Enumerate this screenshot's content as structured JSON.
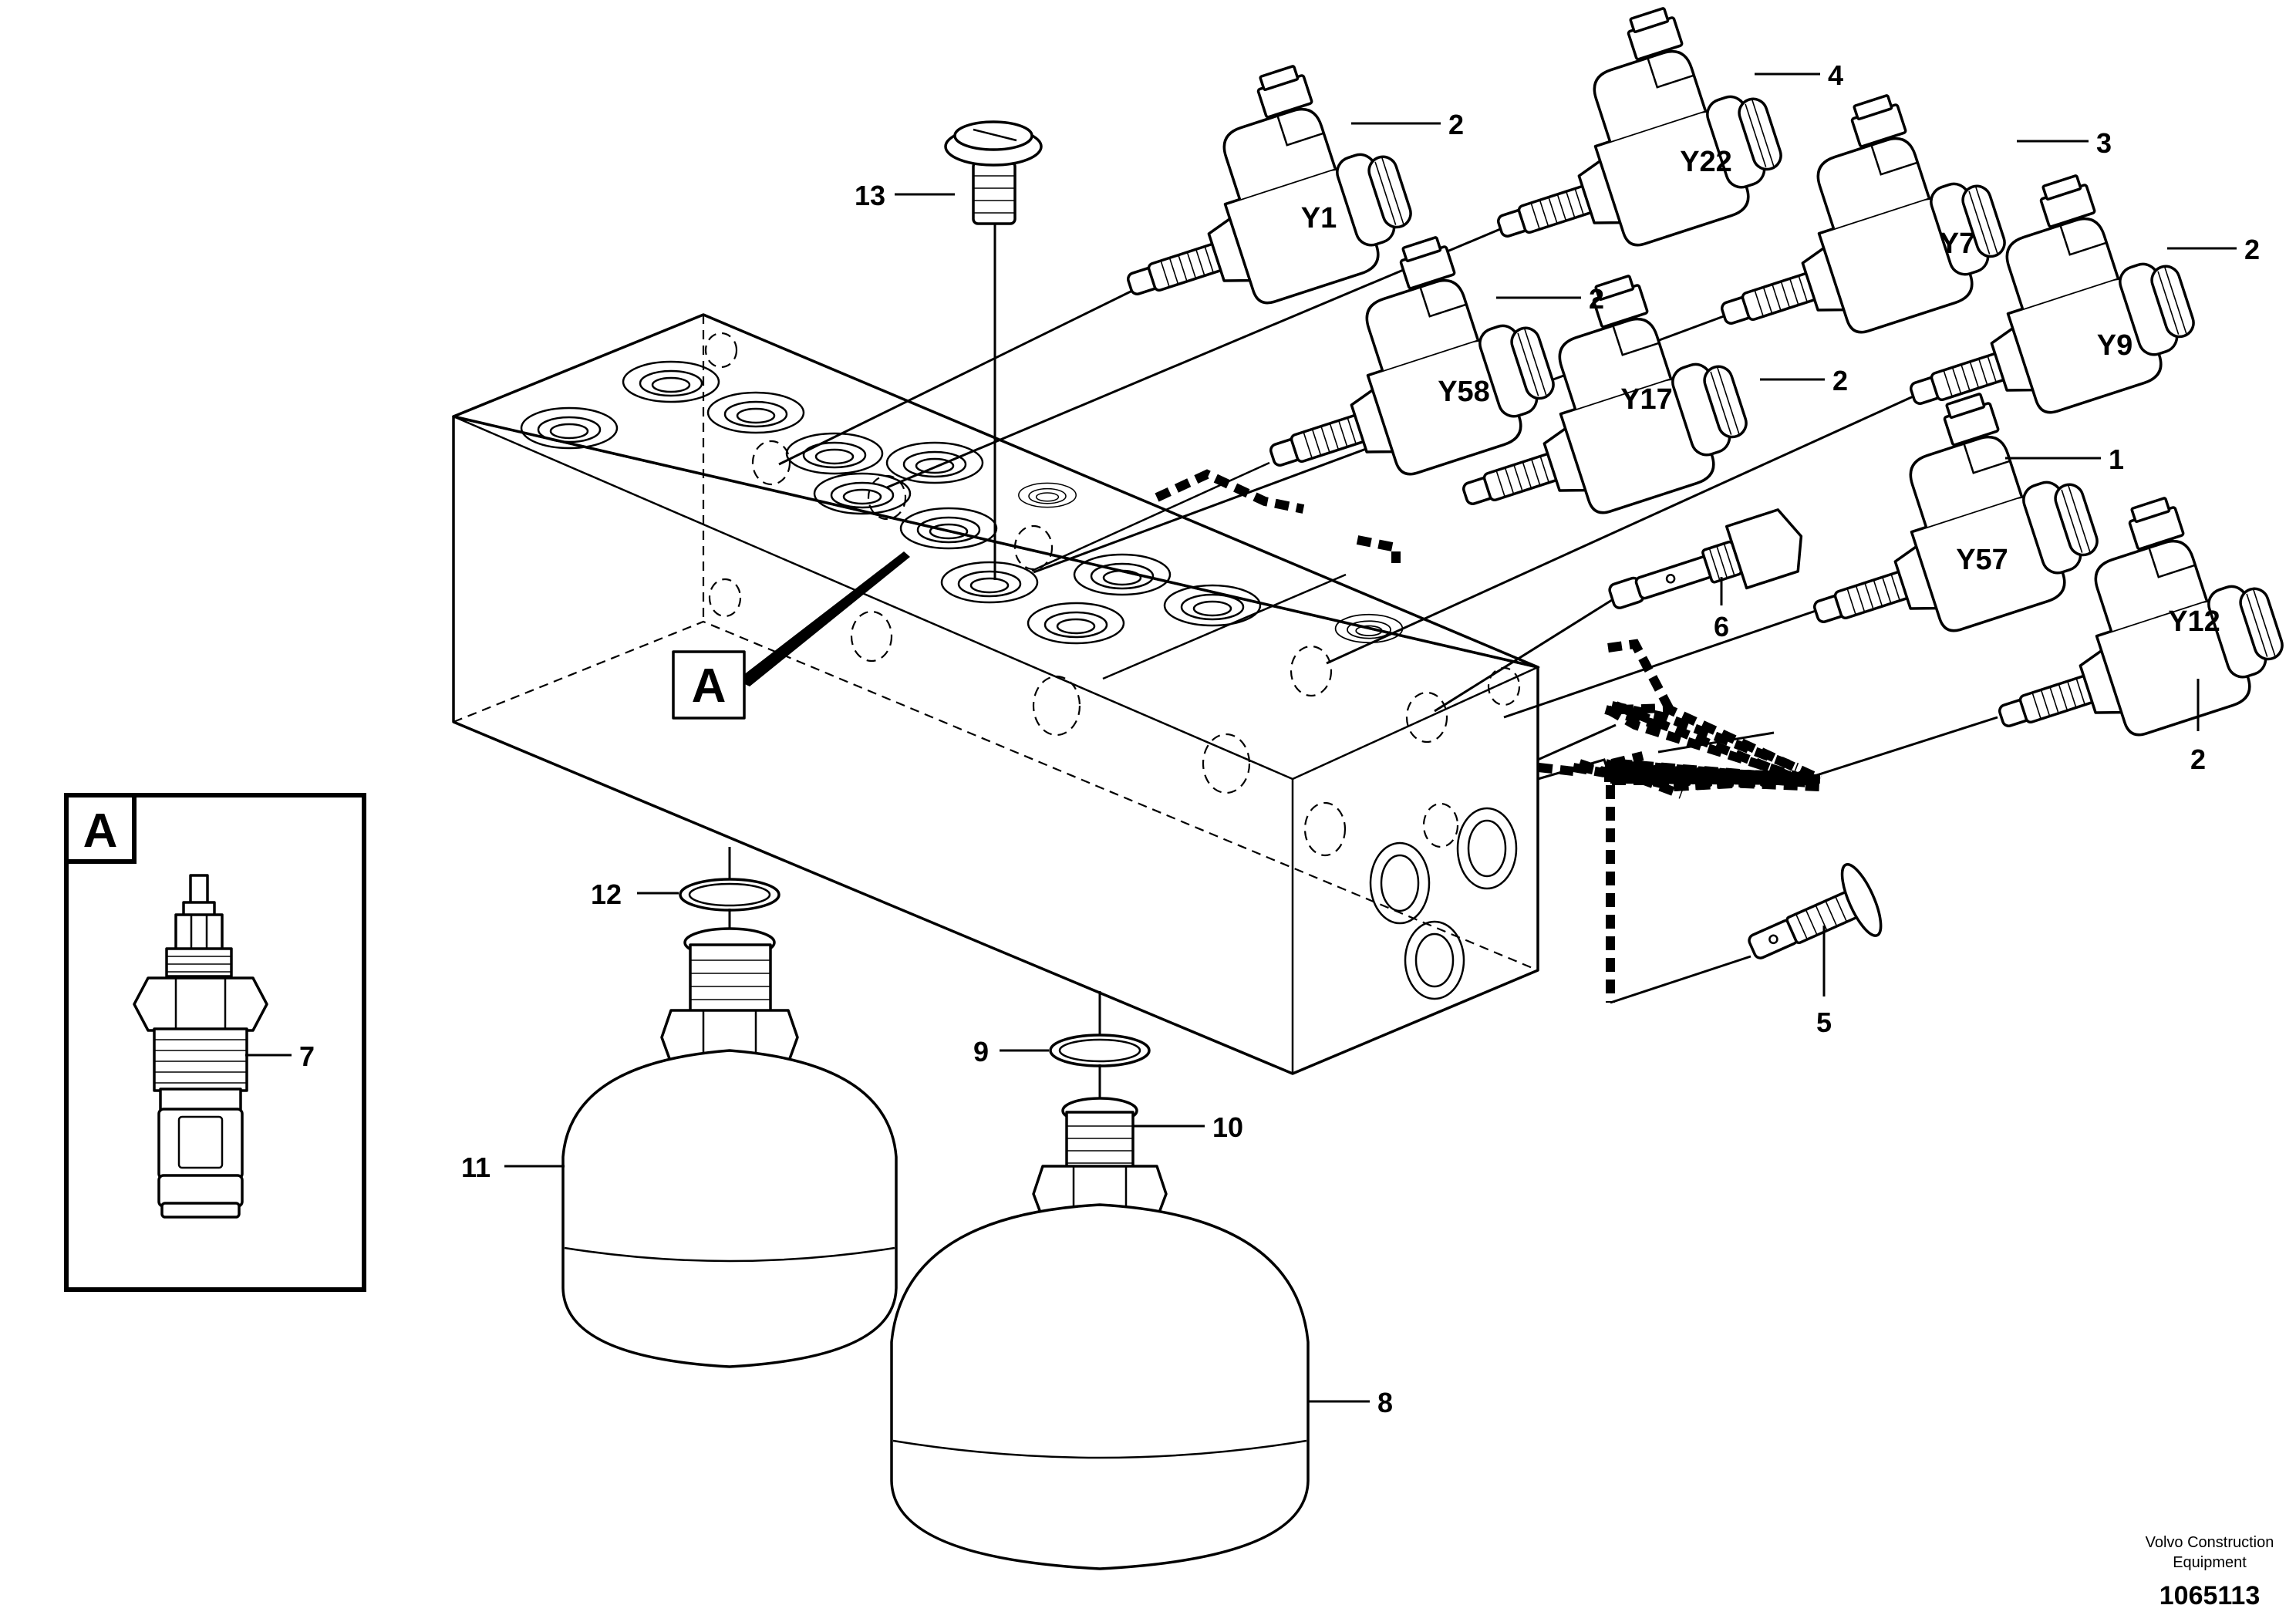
{
  "view_marker": "A",
  "detail_box": {
    "label": "A",
    "part": "7"
  },
  "solenoid_valves": [
    {
      "coil": "Y1",
      "part": "2"
    },
    {
      "coil": "Y22",
      "part": "4"
    },
    {
      "coil": "Y7",
      "part": "3"
    },
    {
      "coil": "Y9",
      "part": "2"
    },
    {
      "coil": "Y58",
      "part": "2"
    },
    {
      "coil": "Y17",
      "part": "2"
    },
    {
      "coil": "Y57",
      "part": "1"
    },
    {
      "coil": "Y12",
      "part": "2"
    }
  ],
  "parts": {
    "plug_top": "13",
    "cartridge_valve": "6",
    "plug_side": "5",
    "o_ring_left": "12",
    "o_ring_right": "9",
    "fitting_right": "10",
    "accumulator_left": "11",
    "accumulator_right": "8"
  },
  "footer": {
    "company_line1": "Volvo Construction",
    "company_line2": "Equipment",
    "drawing_number": "1065113"
  },
  "colors": {
    "ink": "#000000",
    "paper": "#ffffff"
  }
}
